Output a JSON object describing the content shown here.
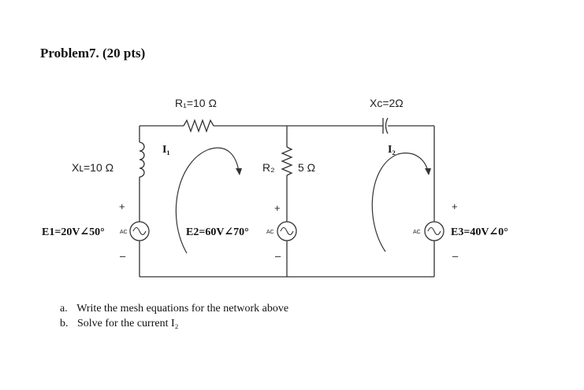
{
  "title": "Problem7. (20 pts)",
  "components": {
    "r1": "R₁=10 Ω",
    "xc": "Xc=2Ω",
    "xl": "Xʟ=10 Ω",
    "r2_name": "R₂",
    "r2_value": "5 Ω",
    "i1": "I₁",
    "i2": "I₂",
    "e1": "E1=20V∠50°",
    "e2": "E2=60V∠70°",
    "e3": "E3=40V∠0°",
    "ac": "AC",
    "plus": "+",
    "minus": "–"
  },
  "questions": [
    {
      "marker": "a.",
      "text": "Write the mesh equations for the network above"
    },
    {
      "marker": "b.",
      "text": "Solve for the current I₂"
    }
  ]
}
